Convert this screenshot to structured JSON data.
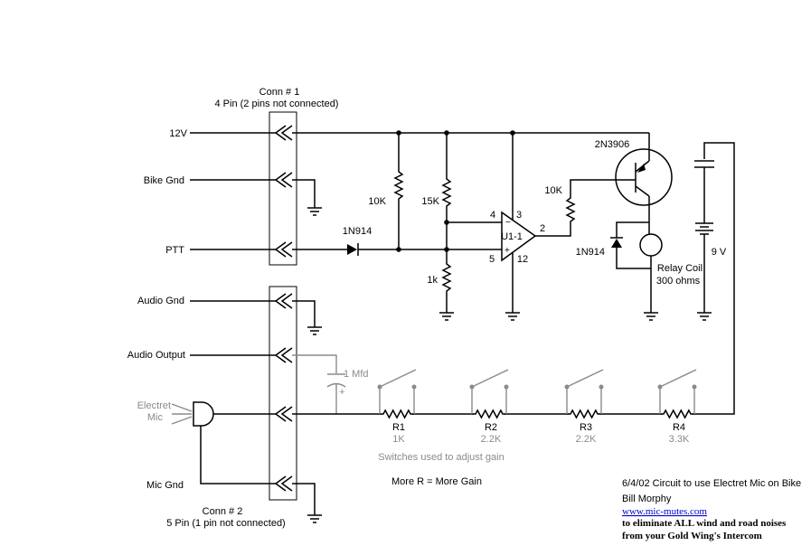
{
  "connectors": {
    "conn1": {
      "title": "Conn # 1",
      "subtitle": "4 Pin  (2 pins not connected)"
    },
    "conn2": {
      "title": "Conn # 2",
      "subtitle": "5 Pin  (1 pin not connected)"
    }
  },
  "pins": {
    "p12v": "12V",
    "bike_gnd": "Bike Gnd",
    "ptt": "PTT",
    "audio_gnd": "Audio Gnd",
    "audio_output": "Audio Output",
    "electret_line1": "Electret",
    "electret_line2": "Mic",
    "mic_gnd": "Mic Gnd"
  },
  "components": {
    "r_10k_a": "10K",
    "r_15k": "15K",
    "r_1k": "1k",
    "diode_ptt": "1N914",
    "opamp": "U1-1",
    "pin4": "4",
    "pin3": "3",
    "pin2": "2",
    "pin5": "5",
    "pin12": "12",
    "r_10k_b": "10K",
    "transistor": "2N3906",
    "diode_relay": "1N914",
    "relay_line1": "Relay Coil",
    "relay_line2": "300 ohms",
    "battery": "9 V",
    "cap": "1 Mfd",
    "cap_plus": "+"
  },
  "gain_resistors": [
    {
      "name": "R1",
      "value": "1K"
    },
    {
      "name": "R2",
      "value": "2.2K"
    },
    {
      "name": "R3",
      "value": "2.2K"
    },
    {
      "name": "R4",
      "value": "3.3K"
    }
  ],
  "notes": {
    "switches": "Switches used to adjust gain",
    "more_r": "More R = More Gain"
  },
  "credits": {
    "line1": "6/4/02  Circuit to use Electret Mic on Bike",
    "author": "Bill Morphy",
    "url": "www.mic-mutes.com",
    "line3": "to eliminate ALL wind and road noises",
    "line4": "from your Gold Wing's Intercom"
  }
}
